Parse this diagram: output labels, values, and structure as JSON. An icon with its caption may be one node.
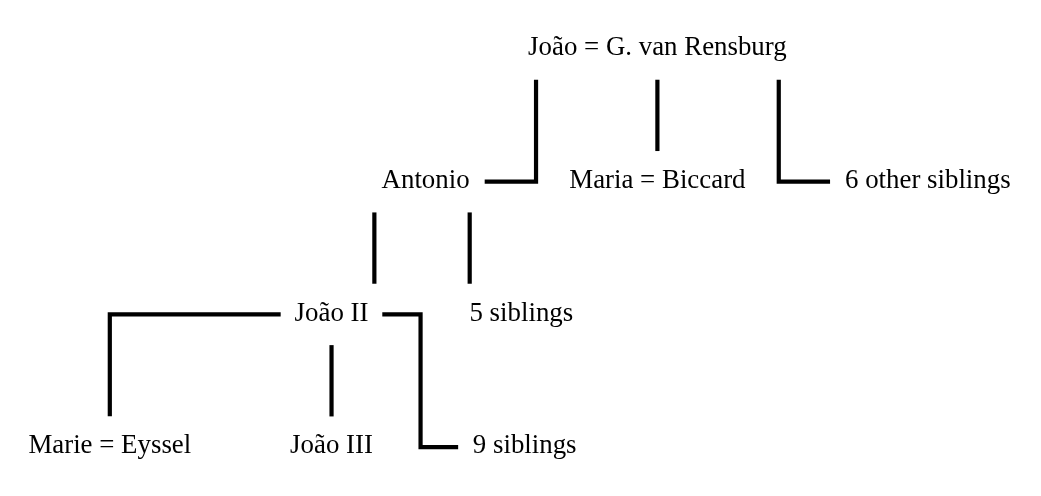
{
  "diagram": {
    "nodes": [
      {
        "text": [
          "João = G. van Rensburg"
        ]
      },
      {
        "text": [
          "Antonio"
        ]
      },
      {
        "text": [
          "Maria = Biccard"
        ]
      },
      {
        "text": [
          "6 other siblings"
        ]
      },
      {
        "text": [
          "João II"
        ]
      },
      {
        "text": [
          "5 siblings"
        ]
      },
      {
        "text": [
          "Marie = Eyssel"
        ]
      },
      {
        "text": [
          "João III"
        ]
      },
      {
        "text": [
          "9 siblings"
        ]
      }
    ],
    "edges": [
      {
        "from": 0,
        "to": 1,
        "arrow": "none"
      },
      {
        "from": 0,
        "to": 2,
        "arrow": "none"
      },
      {
        "from": 0,
        "to": 3,
        "arrow": "none"
      },
      {
        "from": 1,
        "to": 4,
        "arrow": "none"
      },
      {
        "from": 1,
        "to": 5,
        "arrow": "none"
      },
      {
        "from": 4,
        "to": 6,
        "arrow": "none"
      },
      {
        "from": 4,
        "to": 7,
        "arrow": "none"
      },
      {
        "from": 4,
        "to": 8,
        "arrow": "none"
      }
    ]
  }
}
